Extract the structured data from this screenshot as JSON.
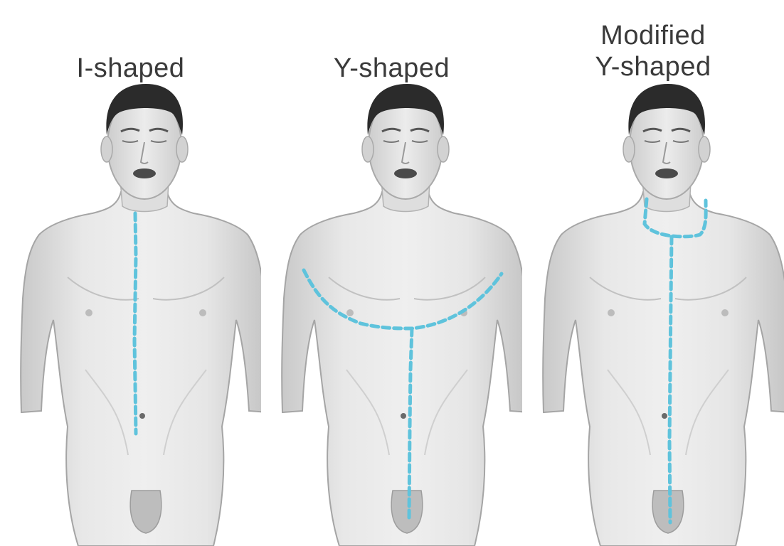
{
  "panels": [
    {
      "label": "I-shaped",
      "incision": "I-shaped"
    },
    {
      "label": "Y-shaped",
      "incision": "Y-shaped"
    },
    {
      "label": "Modified\nY-shaped",
      "incision": "Modified Y-shaped"
    }
  ],
  "colors": {
    "skin_light": "#ececec",
    "skin_mid": "#d7d7d7",
    "skin_shadow": "#b9b9b9",
    "outline": "#9a9a9a",
    "hair": "#2b2b2b",
    "incision": "#5fc3dc",
    "label_text": "#3a3a3a"
  }
}
